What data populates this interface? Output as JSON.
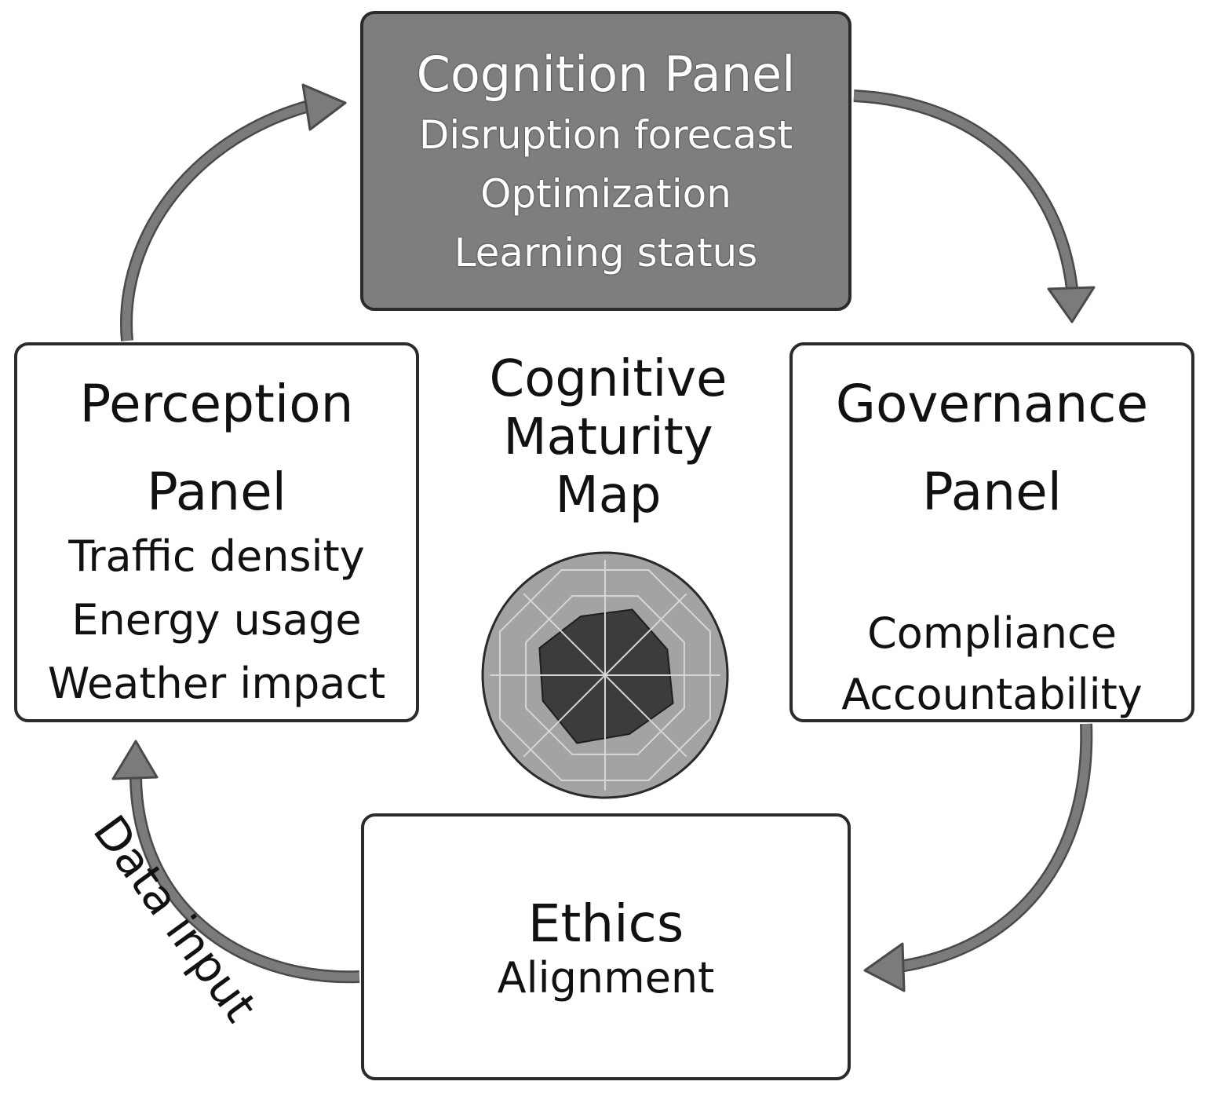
{
  "colors": {
    "arrow": "#7b7b7b",
    "arrow_outline": "#4a4a4a",
    "cognition_fill": "#7e7e7e",
    "radar_outer": "#a3a3a3",
    "radar_inner": "#3c3c3c"
  },
  "cognition_panel": {
    "title": "Cognition Panel",
    "items": [
      "Disruption forecast",
      "Optimization",
      "Learning status"
    ]
  },
  "perception_panel": {
    "title_line1": "Perception",
    "title_line2": "Panel",
    "items": [
      "Traffic density",
      "Energy usage",
      "Weather impact"
    ]
  },
  "governance_panel": {
    "title_line1": "Governance",
    "title_line2": "Panel",
    "items": [
      "Compliance",
      "Accountability"
    ]
  },
  "ethics_panel": {
    "title": "Ethics",
    "items": [
      "Alignment"
    ]
  },
  "center": {
    "title_lines": [
      "Cognitive",
      "Maturity",
      "Map"
    ]
  },
  "flow_label": "Data input",
  "radar": {
    "axes": 8,
    "inner_levels": [
      0.58,
      0.55,
      0.6,
      0.52,
      0.6,
      0.55,
      0.58,
      0.52
    ]
  }
}
